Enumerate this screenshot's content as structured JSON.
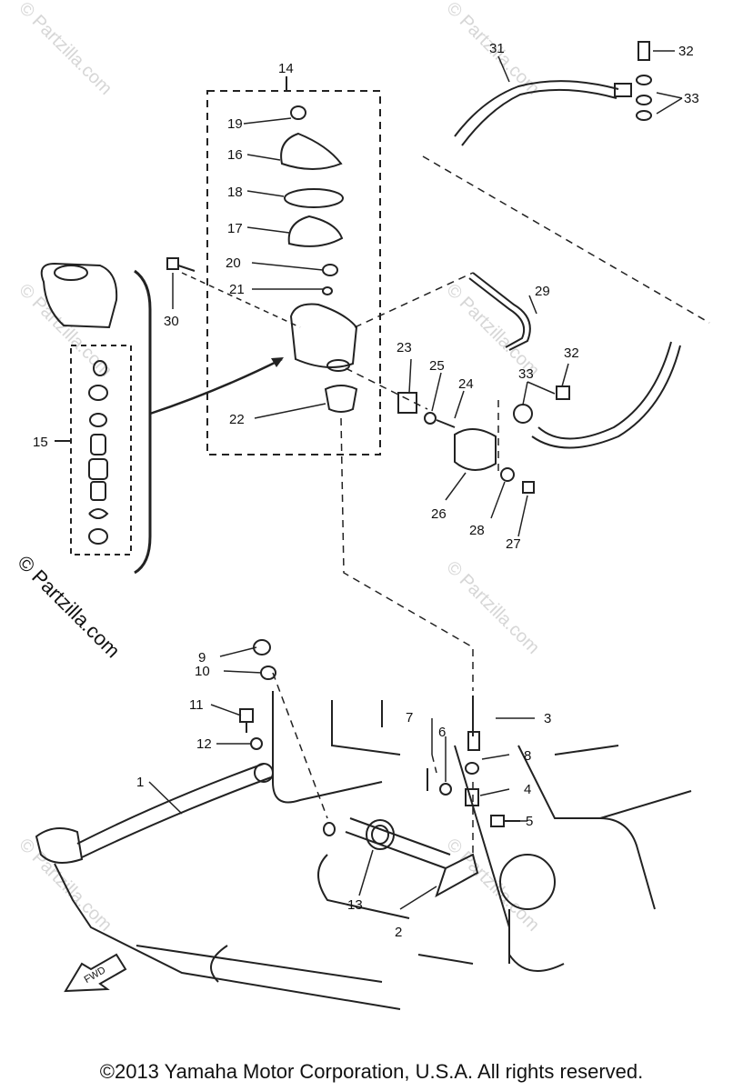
{
  "watermark": "© Partzilla.com",
  "copyright": "©2013  Yamaha Motor Corporation, U.S.A. All rights reserved.",
  "arrow_label": "FWD",
  "callouts": [
    "1",
    "2",
    "3",
    "4",
    "5",
    "6",
    "7",
    "8",
    "9",
    "10",
    "11",
    "12",
    "13",
    "14",
    "15",
    "16",
    "17",
    "18",
    "19",
    "20",
    "21",
    "22",
    "23",
    "24",
    "25",
    "26",
    "27",
    "28",
    "29",
    "30",
    "31",
    "32",
    "32",
    "33",
    "33"
  ]
}
